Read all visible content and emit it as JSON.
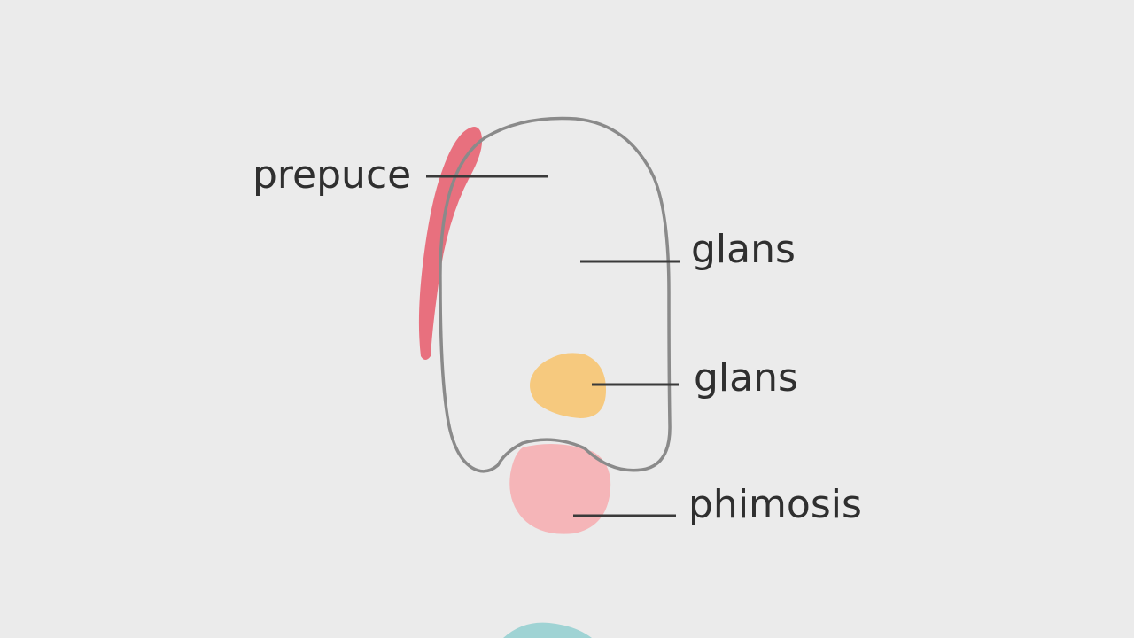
{
  "labels": {
    "prepuce": "prepuce",
    "glans_upper": "glans",
    "glans_lower": "glans",
    "phimosis": "phimosis"
  },
  "colors": {
    "background": "#ebebeb",
    "outline": "#8a8a8a",
    "leader_line": "#3a3a3a",
    "prepuce_region": "#e8707e",
    "glans_region": "#f6c97e",
    "phimosis_region": "#f5b5b8",
    "bottom_blob": "#9fd3d4",
    "text": "#2f2f2f"
  }
}
